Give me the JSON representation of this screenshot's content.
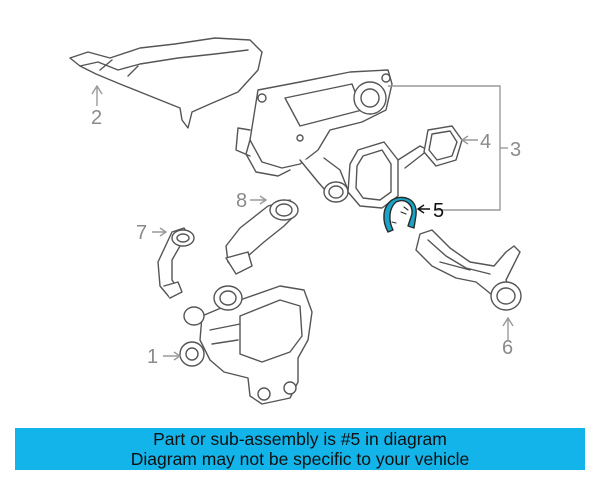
{
  "callouts": {
    "c1": "1",
    "c2": "2",
    "c3": "3",
    "c4": "4",
    "c5": "5",
    "c6": "6",
    "c7": "7",
    "c8": "8"
  },
  "highlight_part": "5",
  "colors": {
    "line": "#9a9a9a",
    "part_outline": "#555555",
    "highlight_part": "#1aa5c8",
    "banner_bg": "#12b4ea",
    "banner_text": "#111111"
  },
  "banner": {
    "line1": "Part or sub-assembly is #5 in diagram",
    "line2": "Diagram may not be specific to your vehicle"
  }
}
